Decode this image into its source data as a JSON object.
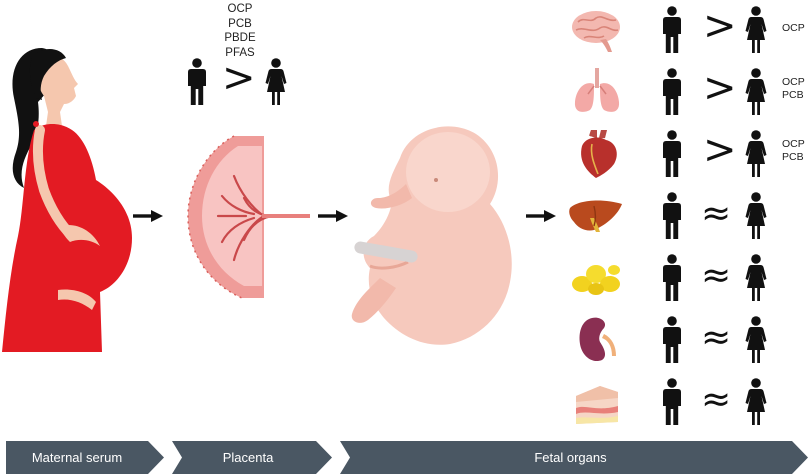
{
  "placenta_chemicals": [
    "OCP",
    "PCB",
    "PBDE",
    "PFAS"
  ],
  "placenta_comparison": ">",
  "organs": [
    {
      "icon": "brain-icon",
      "comparison": ">",
      "chemicals": [
        "OCP"
      ]
    },
    {
      "icon": "lungs-icon",
      "comparison": ">",
      "chemicals": [
        "OCP",
        "PCB"
      ]
    },
    {
      "icon": "heart-icon",
      "comparison": ">",
      "chemicals": [
        "OCP",
        "PCB"
      ]
    },
    {
      "icon": "liver-icon",
      "comparison": "≈",
      "chemicals": []
    },
    {
      "icon": "fat-tissue-icon",
      "comparison": "≈",
      "chemicals": []
    },
    {
      "icon": "kidney-icon",
      "comparison": "≈",
      "chemicals": []
    },
    {
      "icon": "skin-icon",
      "comparison": "≈",
      "chemicals": []
    }
  ],
  "stages": [
    {
      "label": "Maternal serum"
    },
    {
      "label": "Placenta"
    },
    {
      "label": "Fetal organs"
    }
  ],
  "colors": {
    "stage_bar": "#4a5763",
    "dress": "#e31b23",
    "placenta": "#f2a7a5",
    "fetus": "#f6c9bd"
  }
}
